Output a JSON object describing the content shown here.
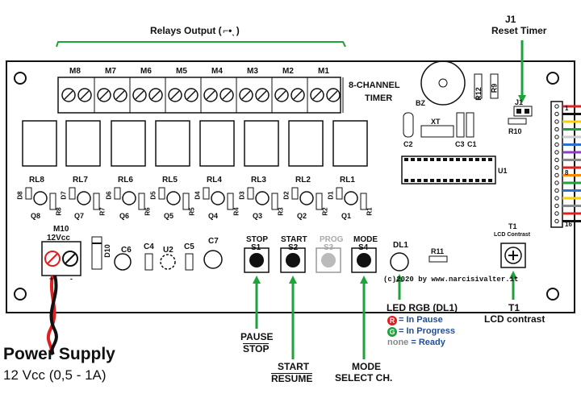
{
  "top": {
    "relays_output": "Relays Output (",
    "relays_output_close": ")",
    "j1_title": "J1",
    "j1_sub": "Reset Timer"
  },
  "board": {
    "title1": "8-CHANNEL",
    "title2": "TIMER",
    "terminals": [
      "M8",
      "M7",
      "M6",
      "M5",
      "M4",
      "M3",
      "M2",
      "M1"
    ],
    "relays": [
      "RL8",
      "RL7",
      "RL6",
      "RL5",
      "RL4",
      "RL3",
      "RL2",
      "RL1"
    ],
    "leds": [
      "D8",
      "D7",
      "D6",
      "D5",
      "D4",
      "D3",
      "D2",
      "D1"
    ],
    "transistors": [
      "Q8",
      "Q7",
      "Q6",
      "Q5",
      "Q4",
      "Q3",
      "Q2",
      "Q1"
    ],
    "resistors": [
      "R8",
      "R7",
      "R6",
      "R5",
      "R4",
      "R3",
      "R2",
      "R1"
    ],
    "bz": "BZ",
    "r12": "R12",
    "r9": "R9",
    "j1": "J1",
    "r10": "R10",
    "xt": "XT",
    "c2": "C2",
    "c3": "C3",
    "c1": "C1",
    "u1": "U1",
    "m10": "M10",
    "vcc": "12Vcc",
    "d10": "D10",
    "c6": "C6",
    "c4": "C4",
    "u2": "U2",
    "c5": "C5",
    "c7": "C7",
    "stop": "STOP",
    "s1": "S1",
    "start": "START",
    "s2": "S2",
    "prog": "PROG",
    "s3": "S3",
    "mode": "MODE",
    "s4": "S4",
    "dl1": "DL1",
    "r11": "R11",
    "t1": "T1",
    "lcd_contrast": "LCD Contrast",
    "copyright": "(c)2020 by www.narcisivalter.it",
    "conn_pin_top": "1",
    "conn_pin_mid": "8",
    "conn_pin_bot": "16",
    "plus": "+",
    "minus": "-"
  },
  "bottom": {
    "ps_title": "Power Supply",
    "ps_sub": "12 Vcc  (0,5 - 1A)",
    "pause": "PAUSE",
    "stop": "STOP",
    "start": "START",
    "resume": "RESUME",
    "mode": "MODE",
    "select": "SELECT CH.",
    "led_rgb": "LED RGB (DL1)",
    "legend_r": "R",
    "legend_r_text": "= In Pause",
    "legend_g": "G",
    "legend_g_text": "= In Progress",
    "legend_none": "none",
    "legend_none_text": "= Ready",
    "t1_title": "T1",
    "t1_sub": "LCD contrast"
  },
  "colors": {
    "arrow": "#1ea23b",
    "pause_red": "#e02020",
    "progress_green": "#1ea23b",
    "legend_blue": "#1f4e9a",
    "wires": [
      "#e02020",
      "#111111",
      "#f6d000",
      "#1ea23b",
      "#ffffff",
      "#2b6fd6",
      "#8a3fc6",
      "#888888",
      "#e02020",
      "#ff8a00",
      "#1ea23b",
      "#2b6fd6",
      "#f6d000",
      "#888888",
      "#e02020",
      "#111111"
    ]
  }
}
